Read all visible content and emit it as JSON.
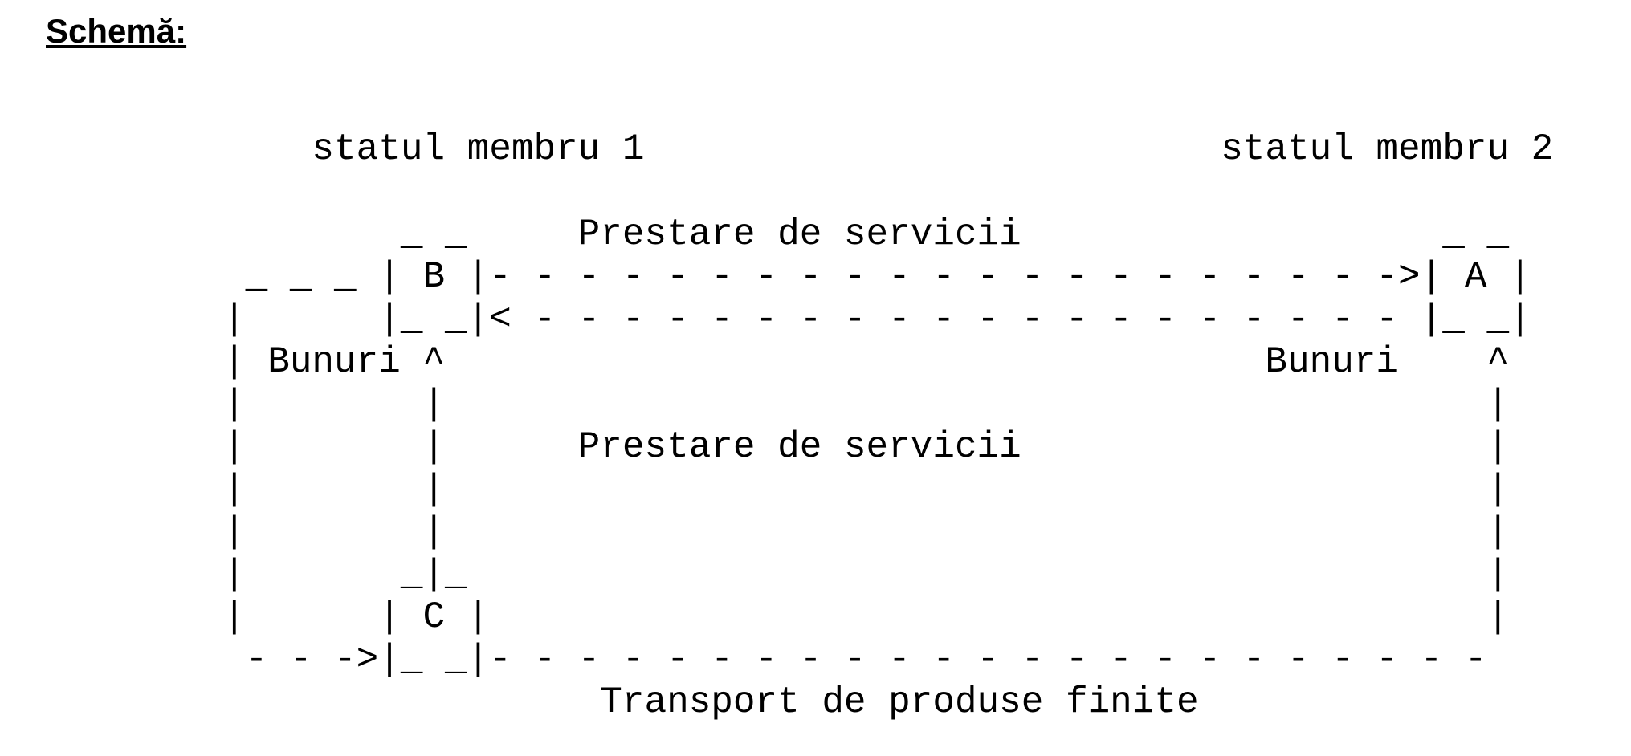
{
  "title": "Schemă:",
  "colors": {
    "background": "#ffffff",
    "text": "#000000"
  },
  "labels": {
    "member_state_1": "statul membru 1",
    "member_state_2": "statul membru 2",
    "services_top": "Prestare de servicii",
    "services_middle": "Prestare de servicii",
    "goods_left": "Bunuri",
    "goods_right": "Bunuri",
    "bottom_flow": "Transport de produse finite",
    "entities": [
      "B",
      "A",
      "C"
    ]
  },
  "diagram": {
    "lines": [
      "    statul membru 1                          statul membru 2",
      "",
      "        _ _     Prestare de servicii                   _ _",
      " _ _ _ | B |- - - - - - - - - - - - - - - - - - - - ->| A |",
      "|      |_ _|< - - - - - - - - - - - - - - - - - - - - |_ _|",
      "| Bunuri ^                                     Bunuri    ^",
      "|        |                                               |",
      "|        |      Prestare de servicii                     |",
      "|        |                                               |",
      "|        |                                               |",
      "|       _|_                                              |",
      "|      | C |                                             |",
      " - - ->|_ _|- - - - - - - - - - - - - - - - - - - - - - -",
      "                 Transport de produse finite"
    ]
  }
}
